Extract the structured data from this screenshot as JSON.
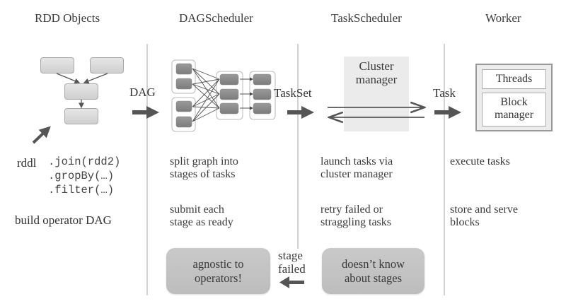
{
  "columns": [
    {
      "title": "RDD Objects"
    },
    {
      "title": "DAGScheduler"
    },
    {
      "title": "TaskScheduler"
    },
    {
      "title": "Worker"
    }
  ],
  "flow_labels": {
    "dag": "DAG",
    "taskset": "TaskSet",
    "task": "Task",
    "stage_failed": "stage\nfailed"
  },
  "rdd": {
    "code_var": "rddl",
    "code_lines": [
      ".join(rdd2)",
      ".gropBy(…)",
      ".filter(…)"
    ],
    "description": "build operator DAG"
  },
  "dag_scheduler": {
    "descriptions": [
      "split graph into\nstages of tasks",
      "submit each\nstage as ready"
    ],
    "note": "agnostic to\noperators!"
  },
  "task_scheduler": {
    "cluster_manager": "Cluster\nmanager",
    "descriptions": [
      "launch tasks via\ncluster manager",
      "retry failed or\nstraggling tasks"
    ],
    "note": "doesn’t know\nabout stages"
  },
  "worker": {
    "threads": "Threads",
    "block_manager": "Block\nmanager",
    "descriptions": [
      "execute tasks",
      "store and serve\nblocks"
    ]
  },
  "colors": {
    "arrow": "#555555",
    "divider": "#d2d2d2",
    "note_bg": "#c4c4c4",
    "cluster_bg": "#ebebeb"
  }
}
